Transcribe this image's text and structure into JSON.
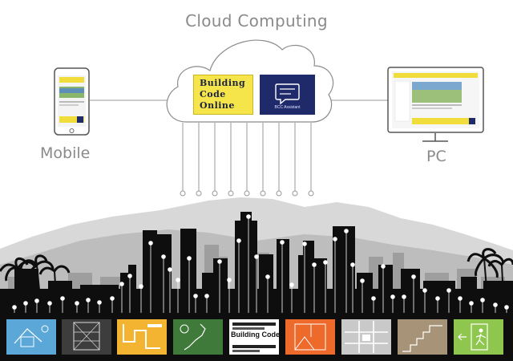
{
  "title": "Cloud Computing",
  "mobile_label": "Mobile",
  "pc_label": "PC",
  "cloud_logo": {
    "line1": "Building",
    "line2": "Code",
    "line3": "Online"
  },
  "bcc_assistant_label": "BCC Assistant",
  "tiles": [
    {
      "name": "tile-house",
      "color": "#5aa7d8"
    },
    {
      "name": "tile-structure",
      "color": "#3d3d3d"
    },
    {
      "name": "tile-piping",
      "color": "#f2b431"
    },
    {
      "name": "tile-japan-map",
      "color": "#3f7a3a"
    },
    {
      "name": "tile-building-code-text",
      "color": "#ffffff"
    },
    {
      "name": "tile-orange-plan",
      "color": "#ee6a2b"
    },
    {
      "name": "tile-city-map",
      "color": "#c9c9c9"
    },
    {
      "name": "tile-stairs",
      "color": "#a79377"
    },
    {
      "name": "tile-exit",
      "color": "#8ec64e"
    }
  ],
  "tile_texts": {
    "building_code": "Building Code"
  }
}
